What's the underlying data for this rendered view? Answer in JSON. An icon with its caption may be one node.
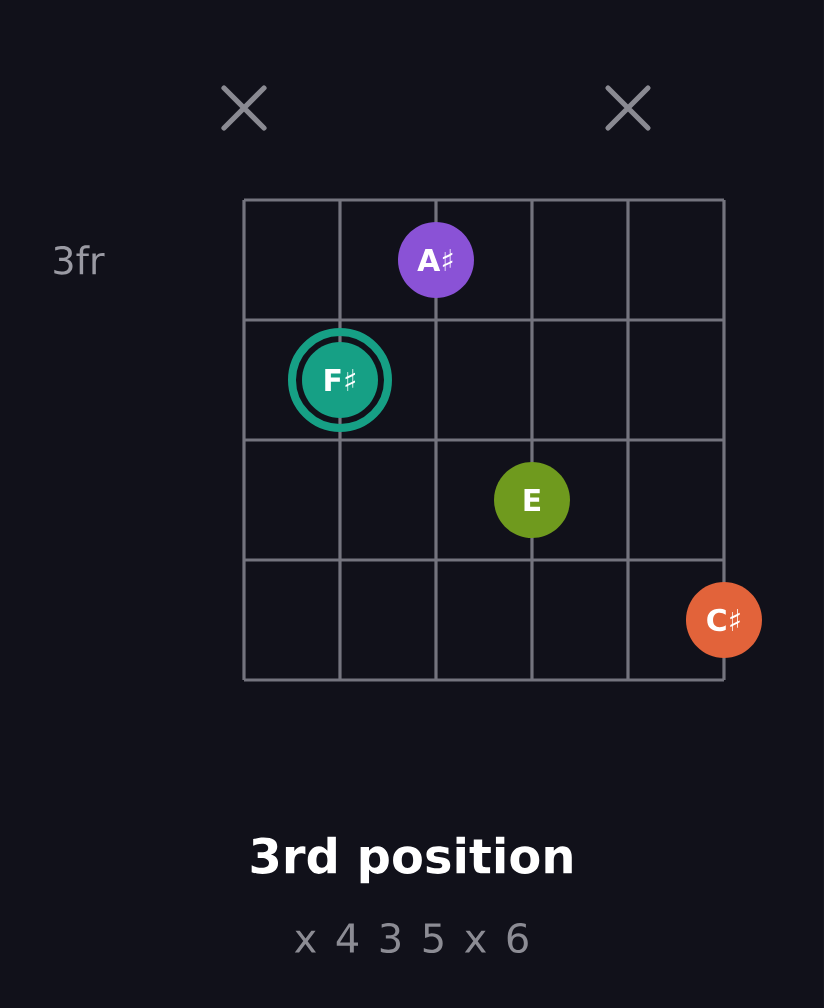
{
  "diagram": {
    "title": "3rd position",
    "caption": "x 4 3 5 x 6",
    "nodes": [
      {
        "text": [
          "A♯"
        ]
      },
      {
        "text": [
          "F♯"
        ]
      },
      {
        "text": [
          "E"
        ]
      },
      {
        "text": [
          "C♯"
        ]
      }
    ],
    "labels": [
      "3fr"
    ]
  }
}
